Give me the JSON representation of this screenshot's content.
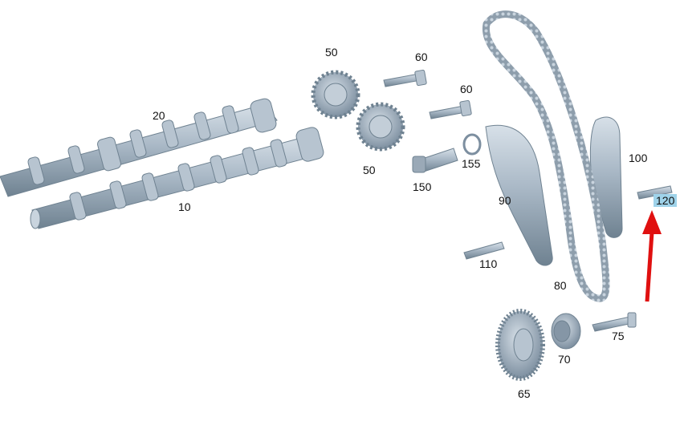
{
  "diagram": {
    "parts": [
      {
        "id": "p20",
        "number": "20"
      },
      {
        "id": "p10",
        "number": "10"
      },
      {
        "id": "p50a",
        "number": "50"
      },
      {
        "id": "p50b",
        "number": "50"
      },
      {
        "id": "p60a",
        "number": "60"
      },
      {
        "id": "p60b",
        "number": "60"
      },
      {
        "id": "p155",
        "number": "155"
      },
      {
        "id": "p150",
        "number": "150"
      },
      {
        "id": "p90",
        "number": "90"
      },
      {
        "id": "p100",
        "number": "100"
      },
      {
        "id": "p120",
        "number": "120",
        "highlighted": true
      },
      {
        "id": "p110",
        "number": "110"
      },
      {
        "id": "p80",
        "number": "80"
      },
      {
        "id": "p75",
        "number": "75"
      },
      {
        "id": "p70",
        "number": "70"
      },
      {
        "id": "p65",
        "number": "65"
      }
    ],
    "colors": {
      "part_fill": "#a9b8c6",
      "part_stroke": "#6f8291",
      "highlight": "#9fd3ea",
      "arrow": "#e01010"
    }
  }
}
